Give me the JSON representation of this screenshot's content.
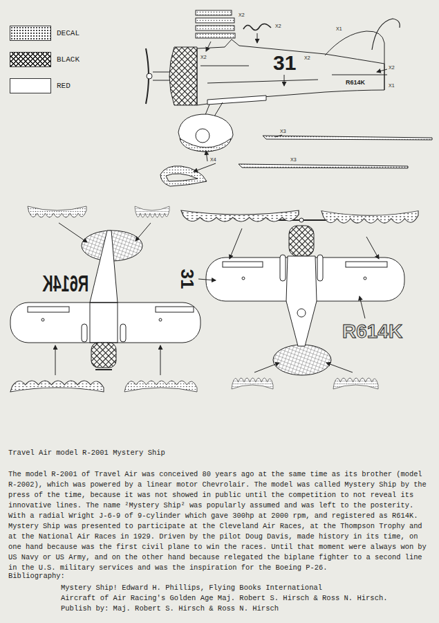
{
  "diagram": {
    "title": "Travel Air model R-2001 Mystery Ship",
    "labels": [
      "X2",
      "X2",
      "X2",
      "31",
      "X2",
      "X1",
      "X2",
      "X1",
      "R614K",
      "X3",
      "X4",
      "X3",
      "R614K",
      "31",
      "R614K",
      "The model R-2001 of Travel Air was conceived 80 years ago at the same time as its brother (model R-2002), which was powered by a linear motor Chevrolair. The model was called Mystery Ship by the press of the time, because it was not showed in public until the competition to not reveal its innovative lines. The name ²Mystery Ship² was popularly assumed and was left to the posterity.",
      "With a radial Wright J-6-9 of 9-cylinder which gave 300hp at 2000 rpm, and registered as R614K. Mystery Ship was presented to participate at the Cleveland Air Races, at the Thompson Trophy and at the National Air Races in 1929. Driven by the pilot Doug Davis, made history in its time, on one hand because was the first civil plane to win the races. Until that moment were always won by US Navy or US Army, and on the other hand because relegated the biplane fighter to a second line in the U.S. military services and was the inspiration for the Boeing P-26.",
      "Bibliography:",
      "Mystery Ship! Edward H. Phillips, Flying Books International",
      "Aircraft of Air Racing's Golden Age Maj. Robert S. Hirsch & Ross N. Hirsch.",
      "Publish by: Maj. Robert S. Hirsch & Ross N. Hirsch"
    ],
    "legend": [
      {
        "text": "DECAL"
      },
      {
        "text": "BLACK"
      },
      {
        "text": "RED",
        "color": "#ffffff"
      }
    ]
  }
}
